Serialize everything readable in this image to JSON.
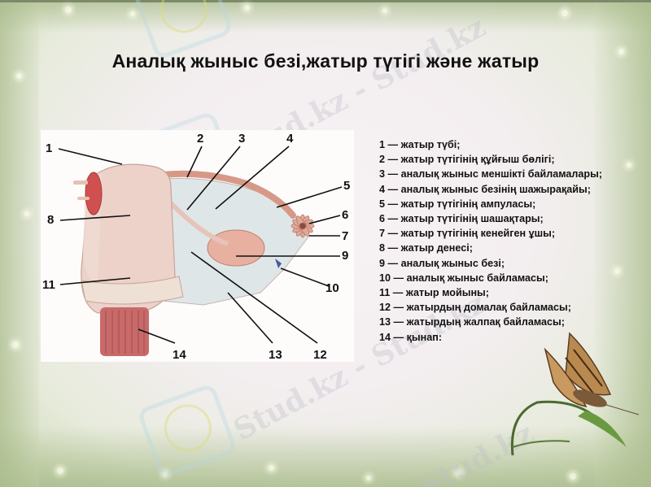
{
  "slide": {
    "title": "Аналық жыныс безі,жатыр түтігі және жатыр",
    "watermark_text": "Stud.kz",
    "watermarks": [
      "Stud.kz - Stud.kz",
      "Stud.kz - Stud.kz",
      "Stud.kz"
    ]
  },
  "diagram": {
    "labels": [
      "1",
      "2",
      "3",
      "4",
      "5",
      "6",
      "7",
      "8",
      "9",
      "10",
      "11",
      "12",
      "13",
      "14"
    ]
  },
  "legend": {
    "items": [
      "1 — жатыр түбі;",
      "2 — жатыр түтігінің құйғыш бөлігі;",
      "3 — аналық жыныс меншікті байламалары;",
      "4 — аналық жыныс безінің шажырақайы;",
      "5 — жатыр түтігінің ампуласы;",
      "6 — жатыр түтігінің шашақтары;",
      "7 — жатыр түтігінің кенейген ұшы;",
      "8 — жатыр денесі;",
      "9 — аналық жыныс безі;",
      "10 — аналық жыныс байламасы;",
      "11 — жатыр мойыны;",
      "12 — жатырдың домалақ байламасы;",
      "13 — жатырдың жалпақ байламасы;",
      "14 — қынап:"
    ]
  },
  "colors": {
    "title": "#111111",
    "frame_green": "#aabc8c",
    "uterus": "#e8c8bc",
    "vagina": "#c86a6a",
    "ligament": "#dfe6e8"
  }
}
